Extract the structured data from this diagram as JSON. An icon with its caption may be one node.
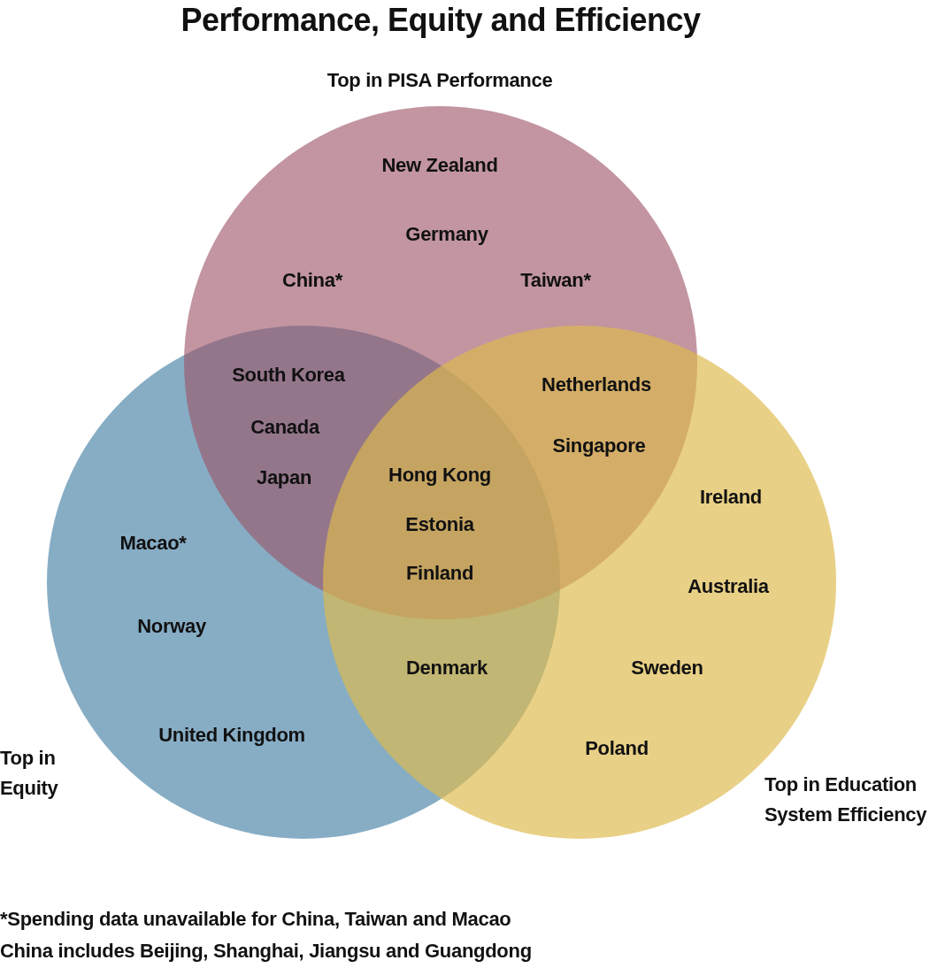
{
  "diagram": {
    "title": "Performance, Equity and Efficiency",
    "nodes": [
      {
        "text": [
          "Top in PISA Performance"
        ]
      },
      {
        "text": [
          "Top in Equity"
        ]
      },
      {
        "text": [
          "Top in Education System Efficiency"
        ]
      }
    ],
    "labels": [
      "New Zealand",
      "Germany",
      "China*",
      "Taiwan*",
      "South Korea",
      "Netherlands",
      "Canada",
      "Singapore",
      "Hong Kong",
      "Japan",
      "Ireland",
      "Estonia",
      "Macao*",
      "Finland",
      "Australia",
      "Norway",
      "Denmark",
      "Sweden",
      "United Kingdom",
      "Poland",
      "*Spending data unavailable for China, Taiwan and Macao",
      "China includes Beijing, Shanghai, Jiangsu and Guangdong"
    ]
  }
}
